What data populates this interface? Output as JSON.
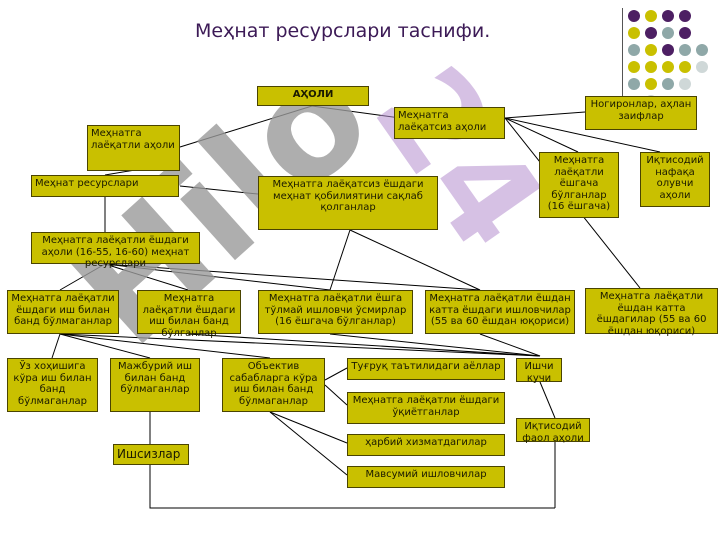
{
  "title": "Меҳнат ресурслари таснифи.",
  "watermark": {
    "main": "Hilo ",
    "accent": "24"
  },
  "colors": {
    "box_fill": "#c9c000",
    "box_border": "#4a4400",
    "title": "#3c1a56",
    "line": "#000000",
    "dot_purple": "#4d1f63",
    "dot_yellow": "#c9c000",
    "dot_gray": "#8fa8a8",
    "dot_light": "#cfd8d8"
  },
  "nodes": {
    "aholi": "АҲОЛИ",
    "not_capable": "Меҳнатга лаёқатсиз аҳоли",
    "disabled": "Ногиронлар, аҳлан заифлар",
    "capable": "Меҳнатга лаёқатли аҳоли",
    "under16": "Меҳнатга лаёқатли ёшгача бўлганлар (16 ёшгача)",
    "dependent": "Иқтисодий нафақа олувчи аҳоли",
    "resources": "Меҳнат ресурслари",
    "not_capable_age": "Меҳнатга лаёқатсиз ёшдаги меҳнат қобилиятини сақлаб қолганлар",
    "capable_age": "Меҳнатга лаёқатли ёшдаги аҳоли (16-55, 16-60) меҳнат ресурслари",
    "employed": "Меҳнатга лаёқатли ёшдаги иш билан банд бўлмаганлар",
    "not_employed": "Меҳнатга лаёқатли ёшдаги иш билан банд бўлганлар",
    "teen_workers": "Меҳнатга лаёқатли ёшга тўлмай ишловчи ўсмирлар (16 ёшгача бўлганлар)",
    "elder_workers": "Меҳнатга лаёқатли ёшдан катта ёшдаги ишловчилар (55 ва 60 ёшдан юқориси)",
    "elder_right": "Меҳнатга лаёқатли ёшдан катта ёшдагилар (55 ва 60 ёшдан юқориси)",
    "own_will": "Ўз хоҳишига кўра иш билан банд бўлмаганлар",
    "forced": "Мажбурий иш билан банд бўлмаганлар",
    "objective": "Объектив сабабларга кўра иш билан банд бўлмаганлар",
    "housewives": "Туғруқ таътилидаги аёллар",
    "students": "Меҳнатга лаёқатли ёшдаги ўқиётганлар",
    "military": "ҳарбий хизматдагилар",
    "seasonal": "Мавсумий ишловчилар",
    "workforce": "Ишчи кучи",
    "active": "Иқтисодий фаол аҳоли",
    "unemployed": "Ишсизлар"
  }
}
